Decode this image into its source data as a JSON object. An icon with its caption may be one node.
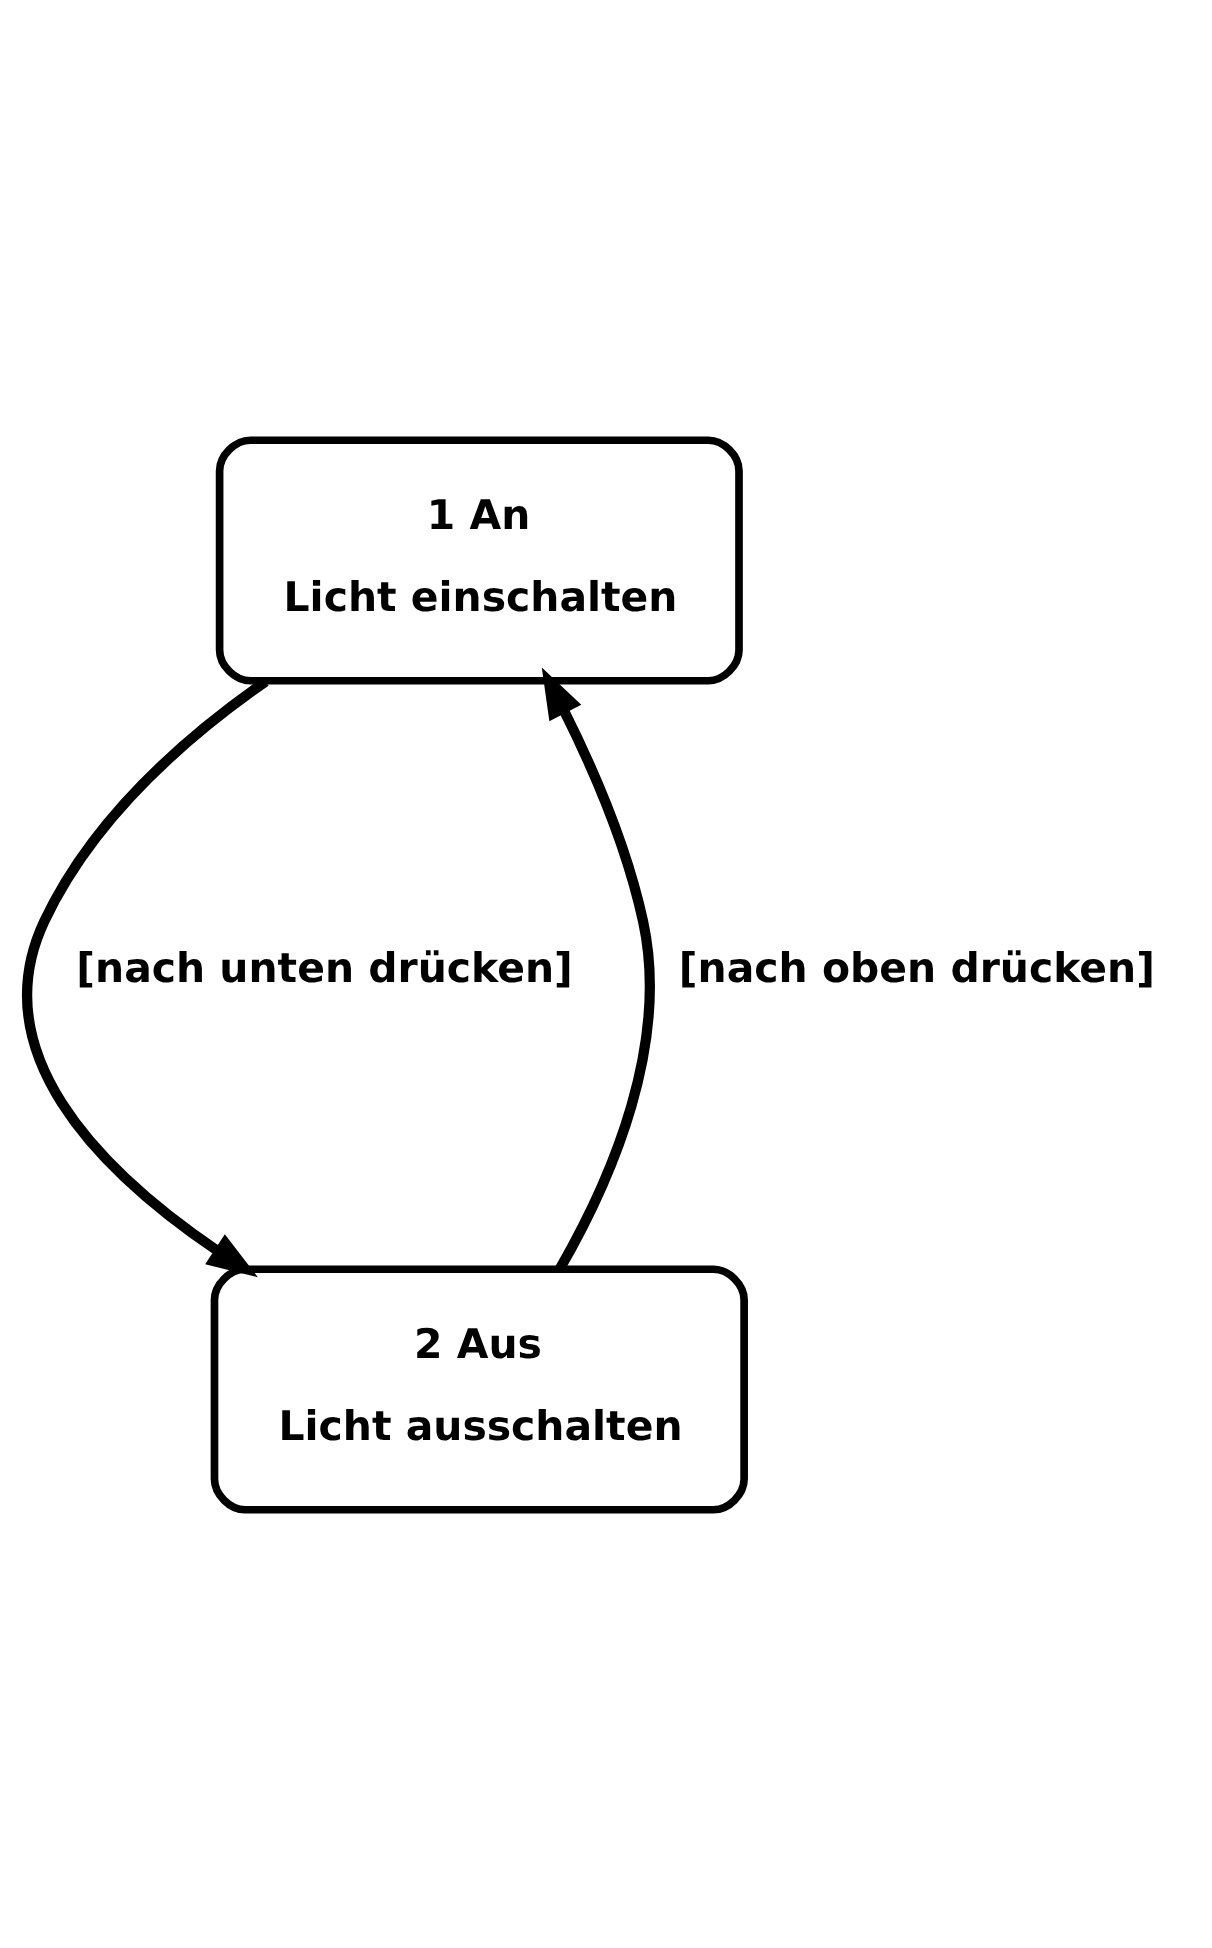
{
  "diagram": {
    "nodes": [
      {
        "text": [
          "1 An",
          "Licht einschalten"
        ]
      },
      {
        "text": [
          "2 Aus",
          "Licht ausschalten"
        ]
      }
    ],
    "edges": [
      {
        "from": 0,
        "to": 1,
        "arrow": "to",
        "label": "[nach unten drücken]"
      },
      {
        "from": 1,
        "to": 0,
        "arrow": "to",
        "label": "[nach oben drücken]"
      }
    ]
  }
}
